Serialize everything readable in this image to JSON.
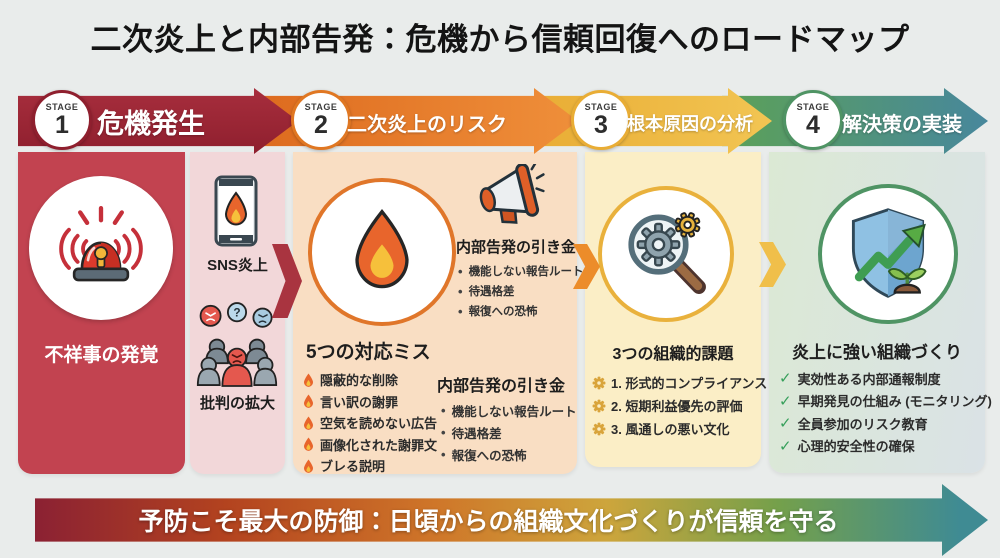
{
  "title": "二次炎上と内部告発：危機から信頼回復へのロードマップ",
  "stages": [
    {
      "stage_word": "STAGE",
      "number": "1",
      "label": "危機発生"
    },
    {
      "stage_word": "STAGE",
      "number": "2",
      "label": "二次炎上のリスク"
    },
    {
      "stage_word": "STAGE",
      "number": "3",
      "label": "根本原因の分析"
    },
    {
      "stage_word": "STAGE",
      "number": "4",
      "label": "解決策の実装"
    }
  ],
  "column1": {
    "incident_caption": "不祥事の発覚",
    "sns_caption": "SNS炎上",
    "criticism_caption": "批判の拡大"
  },
  "column2": {
    "trigger_top": {
      "heading": "内部告発の引き金",
      "items": [
        "機能しない報告ルート",
        "待遇格差",
        "報復への恐怖"
      ]
    },
    "mistakes": {
      "heading": "5つの対応ミス",
      "items": [
        "隠蔽的な削除",
        "言い訳の謝罪",
        "空気を読めない広告",
        "画像化された謝罪文",
        "ブレる説明"
      ]
    },
    "trigger_bottom": {
      "heading": "内部告発の引き金",
      "items": [
        "機能しない報告ルート",
        "待遇格差",
        "報復への恐怖"
      ]
    }
  },
  "column3": {
    "heading": "3つの組織的課題",
    "items": [
      "1. 形式的コンプライアンス",
      "2. 短期利益優先の評価",
      "3. 風通しの悪い文化"
    ]
  },
  "column4": {
    "heading": "炎上に強い組織づくり",
    "items": [
      "実効性ある内部通報制度",
      "早期発見の仕組み (モニタリング)",
      "全員参加のリスク教育",
      "心理的安全性の確保"
    ]
  },
  "footer": {
    "message": "予防こそ最大の防御：日頃からの組織文化づくりが信頼を守る"
  },
  "icons": {
    "bullet": "•",
    "check": "✓",
    "question_mark": "?"
  },
  "colors": {
    "background": "#e9eceb",
    "stage1": "#9c2433",
    "stage2": "#e5791f",
    "stage3": "#edb844",
    "stage4_green": "#5ca157",
    "stage4_teal": "#47879c",
    "panel1_dark": "#c24350",
    "panel1_light": "#f2d7d9",
    "panel2": "#f9dec3",
    "panel3": "#fbeec6",
    "panel4_left": "#dbe9d4",
    "panel4_right": "#dae2e6",
    "banner_left": "#8b2133",
    "banner_right": "#3f8b93",
    "check_green": "#37a05b"
  }
}
